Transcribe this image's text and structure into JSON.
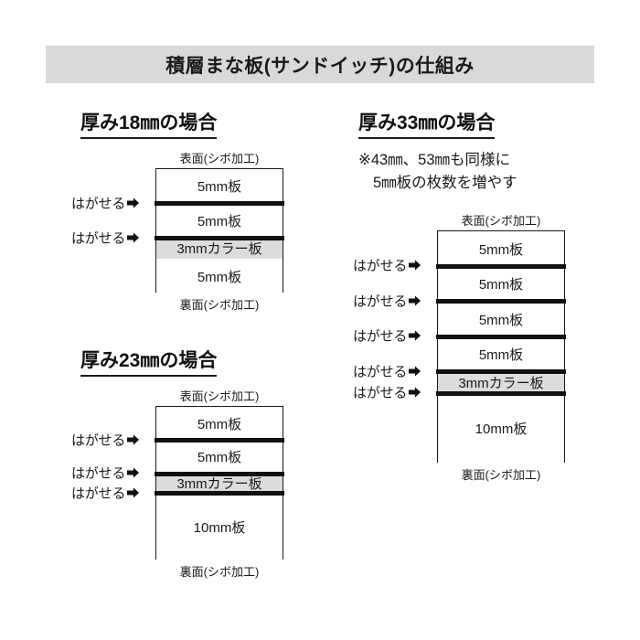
{
  "title": {
    "text": "積層まな板(サンドイッチ)の仕組み",
    "banner_color": "#d9d9d9"
  },
  "labels": {
    "front_face": "表面(シボ加工)",
    "back_face": "裏面(シボ加工)",
    "peelable": "はがせる",
    "peel_arrow_icon": "right-arrow-icon"
  },
  "colors": {
    "color_layer": "#dcdcdc",
    "seam": "#111111",
    "outline": "#1a1a1a",
    "background": "#ffffff"
  },
  "sections": [
    {
      "id": "thickness-18",
      "heading": "厚み18㎜の場合",
      "note": null,
      "top_caption": "表面(シボ加工)",
      "bottom_caption": "裏面(シボ加工)",
      "layers": [
        {
          "label": "5mm板",
          "mm": 5,
          "color": false
        },
        {
          "label": "5mm板",
          "mm": 5,
          "color": false
        },
        {
          "label": "3mmカラー板",
          "mm": 3,
          "color": true
        },
        {
          "label": "5mm板",
          "mm": 5,
          "color": false
        }
      ],
      "seams_after_layer": [
        0,
        1
      ],
      "peel_count": 2
    },
    {
      "id": "thickness-23",
      "heading": "厚み23㎜の場合",
      "note": null,
      "top_caption": "表面(シボ加工)",
      "bottom_caption": "裏面(シボ加工)",
      "layers": [
        {
          "label": "5mm板",
          "mm": 5,
          "color": false
        },
        {
          "label": "5mm板",
          "mm": 5,
          "color": false
        },
        {
          "label": "3mmカラー板",
          "mm": 3,
          "color": true
        },
        {
          "label": "10mm板",
          "mm": 10,
          "color": false
        }
      ],
      "seams_after_layer": [
        0,
        1,
        2
      ],
      "peel_count": 3
    },
    {
      "id": "thickness-33",
      "heading": "厚み33㎜の場合",
      "note_line1": "※43㎜、53㎜も同様に",
      "note_line2": "5㎜板の枚数を増やす",
      "top_caption": "表面(シボ加工)",
      "bottom_caption": "裏面(シボ加工)",
      "layers": [
        {
          "label": "5mm板",
          "mm": 5,
          "color": false
        },
        {
          "label": "5mm板",
          "mm": 5,
          "color": false
        },
        {
          "label": "5mm板",
          "mm": 5,
          "color": false
        },
        {
          "label": "5mm板",
          "mm": 5,
          "color": false
        },
        {
          "label": "3mmカラー板",
          "mm": 3,
          "color": true
        },
        {
          "label": "10mm板",
          "mm": 10,
          "color": false
        }
      ],
      "seams_after_layer": [
        0,
        1,
        2,
        3,
        4
      ],
      "peel_count": 5
    }
  ]
}
